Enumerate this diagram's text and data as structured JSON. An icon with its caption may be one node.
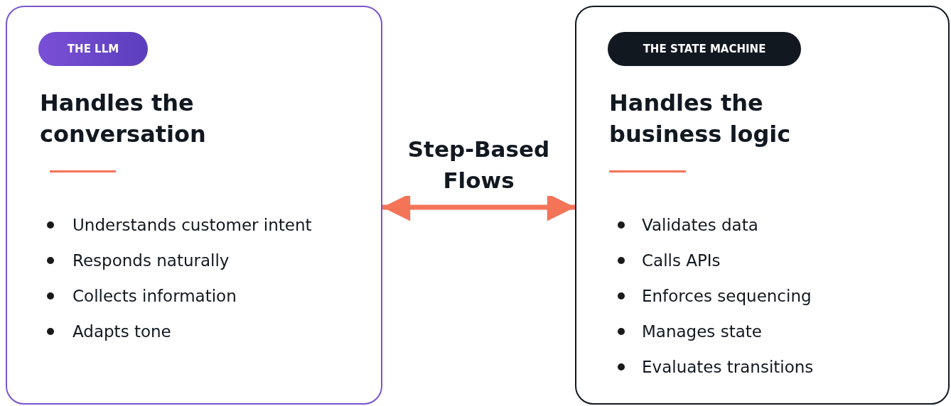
{
  "diagram": {
    "nodes": [
      {
        "text": [
          "THE LLM",
          "Handles the conversation",
          "Understands customer intent",
          "Responds naturally",
          "Collects information",
          "Adapts tone"
        ]
      },
      {
        "text": [
          "THE STATE MACHINE",
          "Handles the business logic",
          "Validates data",
          "Calls APIs",
          "Enforces sequencing",
          "Manages state",
          "Evaluates transitions"
        ]
      }
    ],
    "edges": [
      {
        "from": 0,
        "to": 1,
        "arrow": "both",
        "label": "Step-Based Flows"
      }
    ]
  }
}
